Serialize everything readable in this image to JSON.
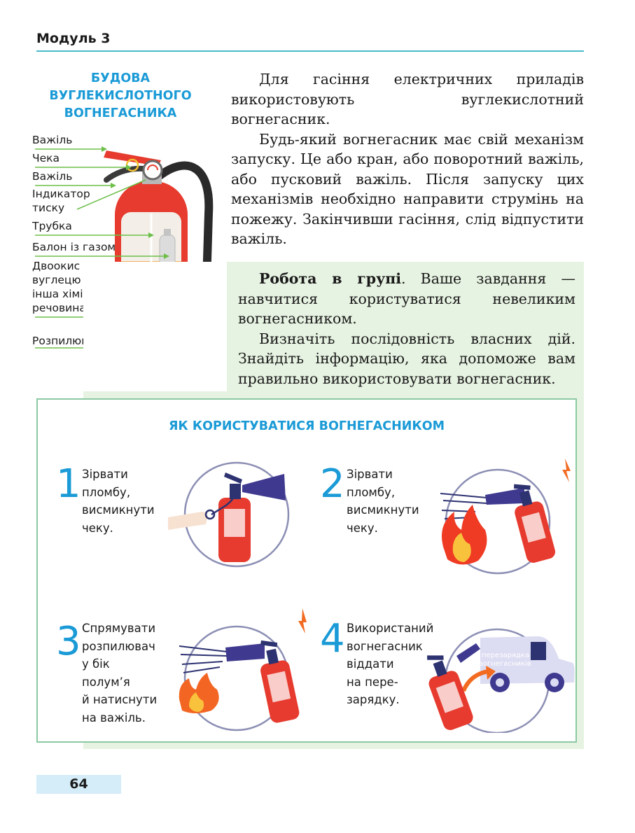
{
  "header": {
    "module": "Модуль 3"
  },
  "diagram": {
    "title_lines": [
      "БУДОВА",
      "ВУГЛЕКИСЛОТНОГО",
      "ВОГНЕГАСНИКА"
    ],
    "labels": {
      "lever_top": "Важіль",
      "pin": "Чека",
      "lever_bottom": "Важіль",
      "gauge_line1": "Індикатор",
      "gauge_line2": "тиску",
      "tube": "Трубка",
      "cylinder": "Балон із газом",
      "agent_line1": "Двоокис",
      "agent_line2": "вуглецю або",
      "agent_line3": "інша хімічна",
      "agent_line4": "речовина",
      "nozzle": "Розпилювач"
    }
  },
  "intro": {
    "p1": "Для гасіння електричних приладів використовують вуглекислотний вогнегасник.",
    "p2": "Будь-який вогнегасник має свій механізм запуску. Це або кран, або поворотний важіль, або пусковий важіль. Після запуску цих механізмів необхідно направити струмінь на пожежу. Закінчивши гасіння, слід відпустити важіль."
  },
  "group_task": {
    "bold": "Робота в групі",
    "p1_rest": ". Ваше завдання — навчитися користуватися невеликим вогнегасником.",
    "p2": "Визначіть послідовність власних дій. Знайдіть інформацію, яка допоможе вам правильно використовувати вогнегасник."
  },
  "how_to": {
    "title": "ЯК КОРИСТУВАТИСЯ ВОГНЕГАСНИКОМ",
    "steps": [
      {
        "num": "1",
        "lines": [
          "Зірвати",
          "пломбу,",
          "висмикнути",
          "чеку."
        ]
      },
      {
        "num": "2",
        "lines": [
          "Зірвати",
          "пломбу,",
          "висмикнути",
          "чеку."
        ]
      },
      {
        "num": "3",
        "lines": [
          "Спрямувати",
          "розпилювач",
          "у бік",
          "полум’я",
          "й натиснути",
          "на важіль."
        ]
      },
      {
        "num": "4",
        "lines": [
          "Використаний",
          "вогнегасник",
          "віддати",
          "на пере-",
          "зарядку."
        ]
      }
    ],
    "van_text_1": "перезарядка",
    "van_text_2": "вогнегасників"
  },
  "footer": {
    "page": "64"
  },
  "colors": {
    "accent": "#1a9ad6",
    "rule": "#47bccb",
    "green_bg": "#e7f3e2",
    "red": "#e63b2e"
  },
  "icons": [
    "fire-extinguisher-icon",
    "hand-icon",
    "flame-icon",
    "van-icon",
    "arrow-icon",
    "exclamation-icon"
  ]
}
